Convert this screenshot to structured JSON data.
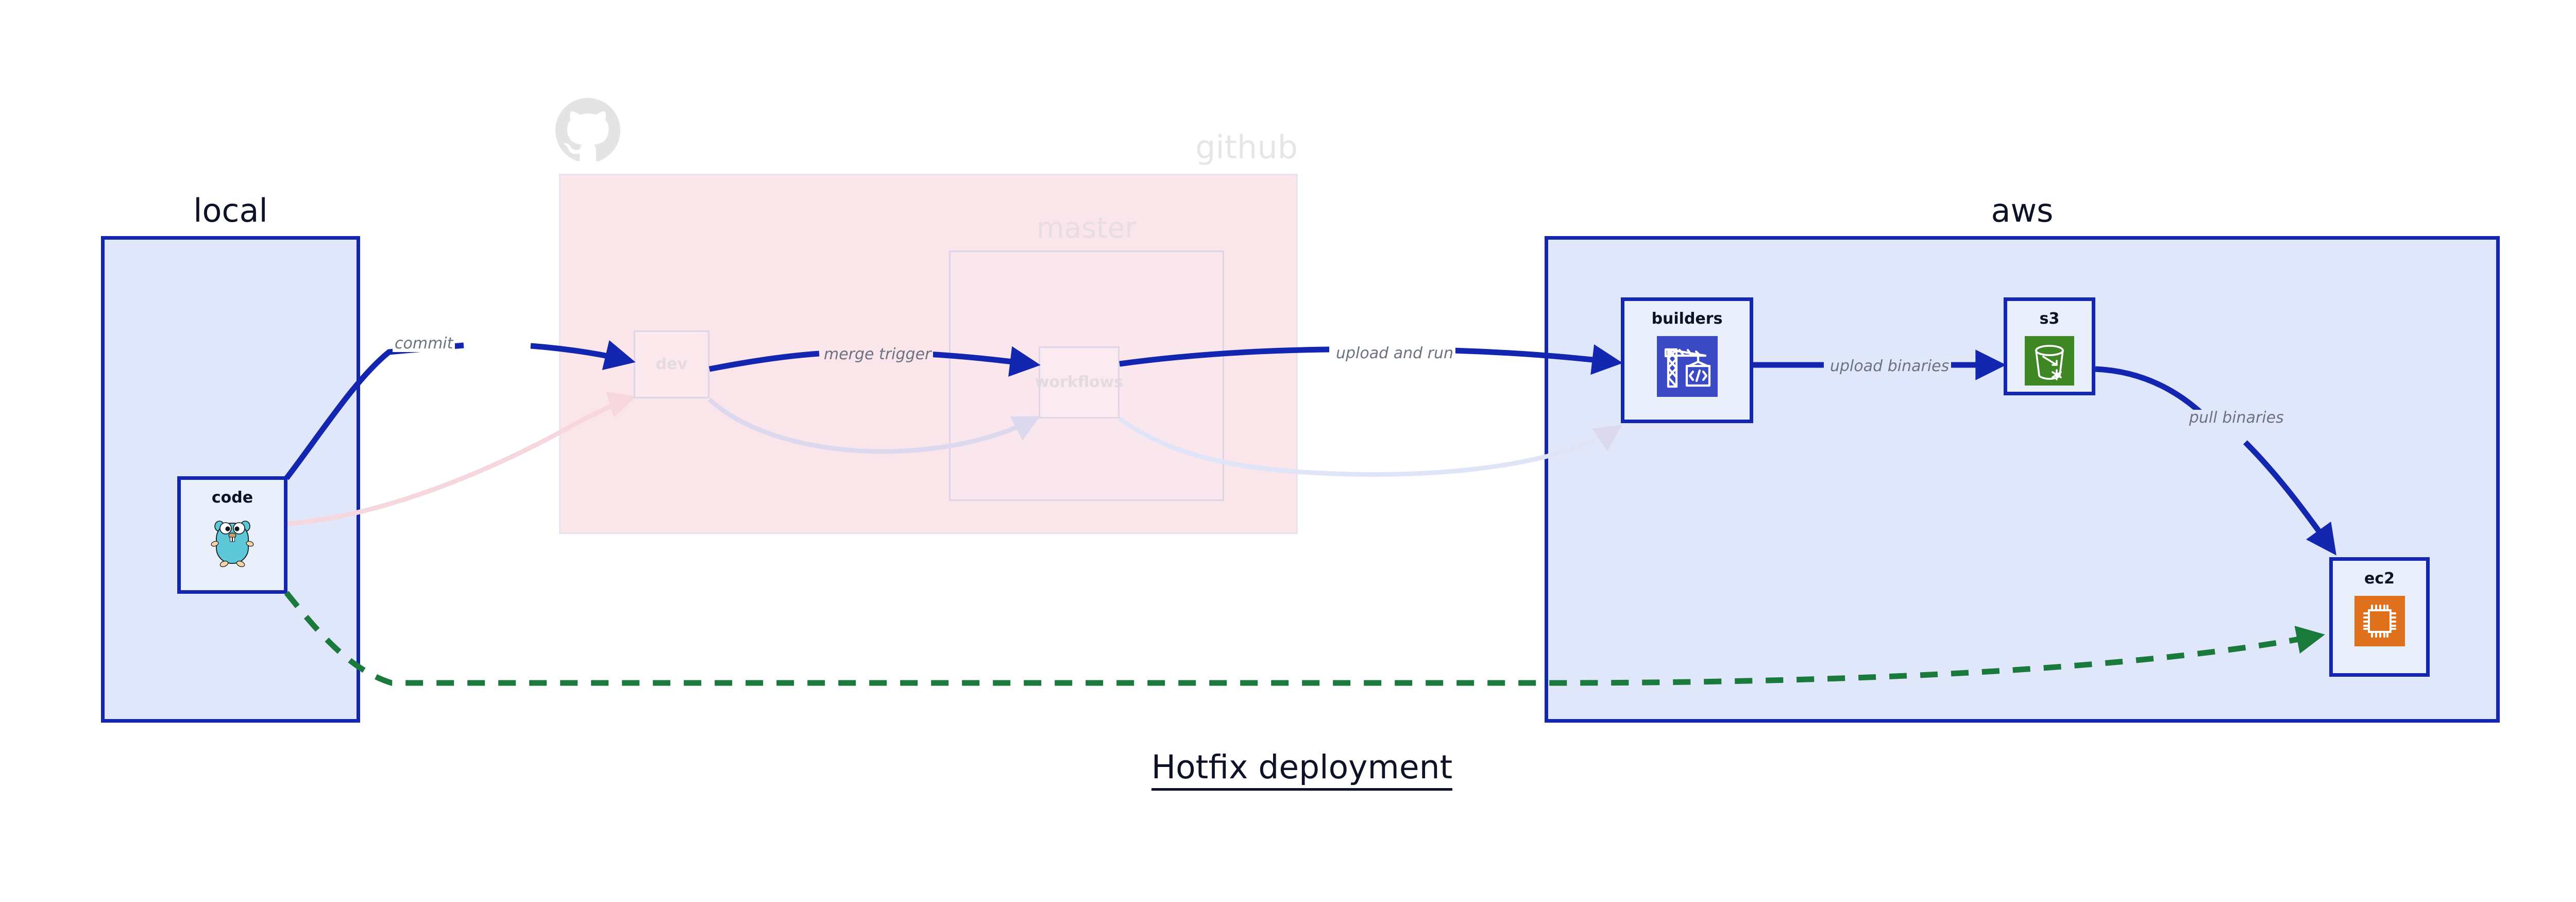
{
  "caption": "Hotfix deployment",
  "clusters": [
    {
      "id": "local",
      "label": "local",
      "fill": "#e1e7fb",
      "stroke": "#1226b0"
    },
    {
      "id": "github",
      "label": "github",
      "fill": "#fae5eb",
      "stroke": "#e7e3f1",
      "faded": true
    },
    {
      "id": "master",
      "label": "master",
      "fill": "transparent",
      "stroke": "#ddd5e6",
      "faded": true
    },
    {
      "id": "aws",
      "label": "aws",
      "fill": "#e1e7fb",
      "stroke": "#1226b0"
    }
  ],
  "nodes": [
    {
      "id": "code",
      "label": "code",
      "icon": "go-gopher-icon",
      "cluster": "local",
      "faded": false
    },
    {
      "id": "dev",
      "label": "dev",
      "icon": "none",
      "cluster": "github",
      "faded": true
    },
    {
      "id": "workflows",
      "label": "workflows",
      "icon": "none",
      "cluster": "master",
      "faded": true
    },
    {
      "id": "builders",
      "label": "builders",
      "icon": "crane-code-icon",
      "cluster": "aws",
      "faded": false,
      "icon_color": "#3b4ac4"
    },
    {
      "id": "s3",
      "label": "s3",
      "icon": "s3-bucket-icon",
      "cluster": "aws",
      "faded": false,
      "icon_color": "#3f8624"
    },
    {
      "id": "ec2",
      "label": "ec2",
      "icon": "cpu-chip-icon",
      "cluster": "aws",
      "faded": false,
      "icon_color": "#e0711c"
    }
  ],
  "edges": [
    {
      "id": "commit",
      "from": "code",
      "to": "dev",
      "label": "commit",
      "style": "solid-blue"
    },
    {
      "id": "merge",
      "from": "dev",
      "to": "workflows",
      "label": "merge trigger",
      "style": "solid-blue"
    },
    {
      "id": "upload_run",
      "from": "workflows",
      "to": "builders",
      "label": "upload and run",
      "style": "solid-blue"
    },
    {
      "id": "upload_bin",
      "from": "builders",
      "to": "s3",
      "label": "upload binaries",
      "style": "solid-blue"
    },
    {
      "id": "pull_bin",
      "from": "s3",
      "to": "ec2",
      "label": "pull binaries",
      "style": "solid-blue"
    },
    {
      "id": "hotfix",
      "from": "code",
      "to": "ec2",
      "label": "",
      "style": "dashed-green"
    },
    {
      "id": "ghost_code_dev",
      "from": "code",
      "to": "dev",
      "label": "",
      "style": "faded-pink"
    },
    {
      "id": "ghost_dev_workflows",
      "from": "dev",
      "to": "workflows",
      "label": "",
      "style": "faded-lavender"
    },
    {
      "id": "ghost_wf_builders",
      "from": "workflows",
      "to": "builders",
      "label": "",
      "style": "faded-lavender"
    }
  ],
  "colors": {
    "edge_blue": "#1226b0",
    "edge_green": "#1a7a3c",
    "cluster_blue_fill": "#e1e7fb",
    "cluster_blue_stroke": "#1226b0",
    "github_pink_fill": "#fae5eb",
    "node_fill": "#eaeffc",
    "label_gray": "#6b7280",
    "text_dark": "#0d1226"
  }
}
